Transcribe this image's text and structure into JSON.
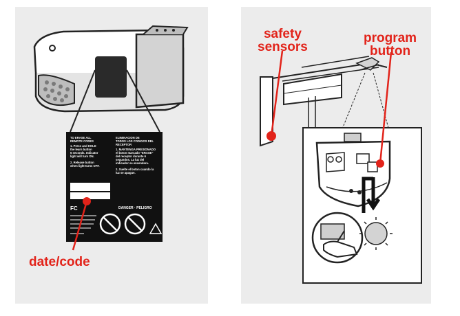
{
  "callouts": {
    "date_code": "date/code",
    "safety_line1": "safety",
    "safety_line2": "sensors",
    "program_line1": "program",
    "program_line2": "button"
  },
  "label_card": {
    "erase_heading_en_1": "TO ERASE ALL",
    "erase_heading_en_2": "REMOTE CODES",
    "erase_heading_es_1": "ELIMINACION DE",
    "erase_heading_es_2": "TODOS LOS CODIGOS DEL",
    "erase_heading_es_3": "RECEPTOR",
    "step1_en_1": "1. Press and HOLD",
    "step1_en_2": "the learn button",
    "step1_en_3": "6 seconds. Indicator",
    "step1_en_4": "light will turn ON.",
    "step2_en_1": "2. Release button",
    "step2_en_2": "when light turns OFF.",
    "step1_es_1": "1. MANTENGA PRESIONADO",
    "step1_es_2": "el boton marcado \"ERASE\"",
    "step1_es_3": "del receptor durante 6",
    "step1_es_4": "segundos. La luz del",
    "step1_es_5": "indicador se encendera.",
    "step2_es_1": "2. Suelte el boton cuando la",
    "step2_es_2": "luz se apague.",
    "fcc": "FC",
    "danger": "DANGER · PELIGRO"
  },
  "colors": {
    "accent_red": "#e2231a",
    "panel_bg": "#ececec",
    "label_black": "#111111"
  }
}
